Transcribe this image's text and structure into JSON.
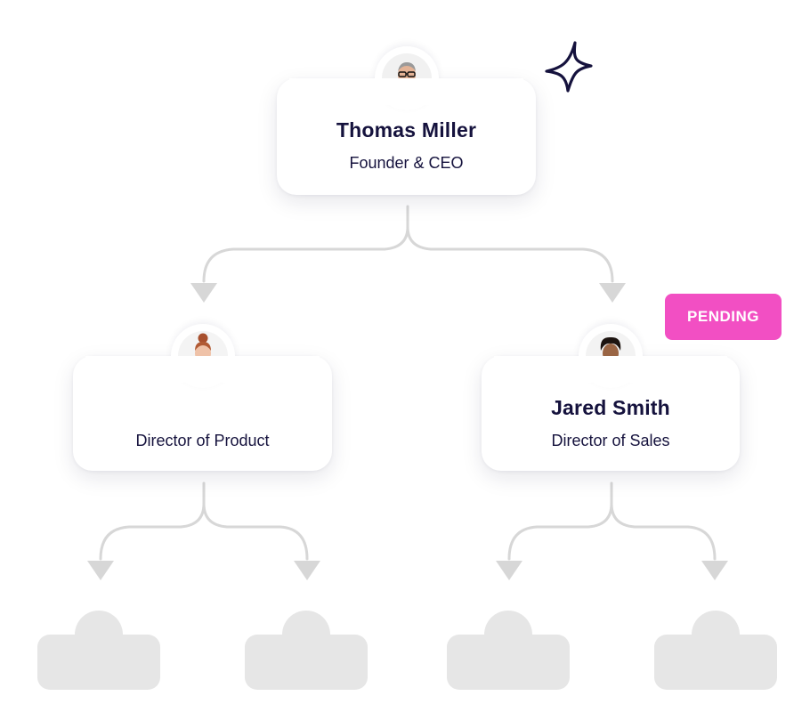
{
  "colors": {
    "navy": "#15123d",
    "badge": "#f24fc3",
    "connector": "#d7d7d7",
    "placeholder": "#e6e6e6"
  },
  "ceo": {
    "name": "Thomas Miller",
    "role": "Founder & CEO",
    "avatar": "person-avatar-gray-hair-glasses"
  },
  "product": {
    "name": "",
    "role": "Director of Product",
    "avatar": "person-avatar-red-hair-bun"
  },
  "sales": {
    "name": "Jared Smith",
    "role": "Director of Sales",
    "avatar": "person-avatar-curly-hair-beard",
    "status": "PENDING"
  },
  "decor": {
    "sparkle_icon": "four-point-star-icon"
  }
}
